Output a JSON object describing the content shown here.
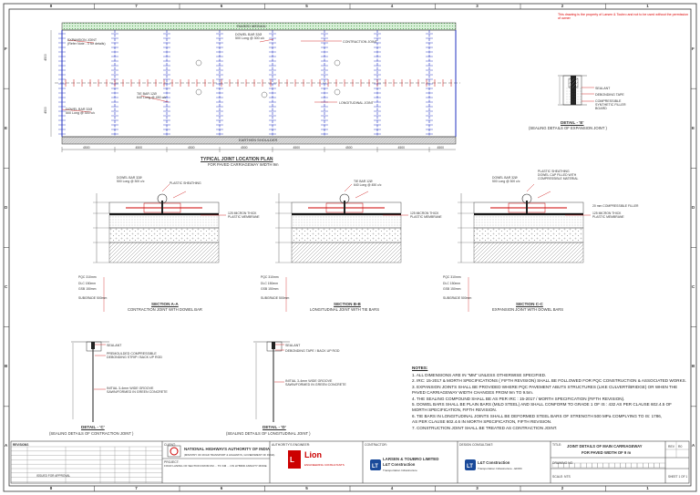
{
  "drawing": {
    "grid_cols": [
      "8",
      "7",
      "6",
      "5",
      "4",
      "3",
      "2",
      "1"
    ],
    "grid_rows": [
      "F",
      "E",
      "D",
      "C",
      "B",
      "A"
    ],
    "red_warning": "This drawing is the property of Larsen & Toubro and not to be used without the permission of owner",
    "plan": {
      "top_label": "RAISED MEDIAN",
      "bottom_label": "EARTHEN SHOULDER",
      "title": "TYPICAL JOINT LOCATION PLAN",
      "subtitle": "FOR PAVED CARRIAGEWAY WIDTH 9m",
      "callouts": {
        "expansion_joint": "EXPANSION JOINT",
        "expansion_joint_sub": "(Refer Note - 3 for details)",
        "dowel_bar": "DOWEL BAR 32Ø",
        "dowel_bar_sub": "500 Long @ 300 c/c",
        "contraction_joint": "CONTRACTION JOINT",
        "tie_bar": "TIE BAR 12Ø",
        "tie_bar_sub": "640 Long @ 450 c/c",
        "longitudinal_joint": "LONGITUDINAL JOINT",
        "dowel_bar_2": "DOWEL BAR 32Ø",
        "dowel_bar_2_sub": "500 Long @ 300 c/c"
      },
      "dims": [
        "4500",
        "4500",
        "4500",
        "4500",
        "4500",
        "4500",
        "4500",
        "4500"
      ],
      "width_dims": [
        "4500",
        "4500"
      ]
    },
    "detail_e": {
      "labels": [
        "SEALANT",
        "DEBONDING TAPE",
        "COMPRESSIBLE SYNTHETIC FILLER BOARD"
      ],
      "title": "DETAIL - 'E'",
      "subtitle": "(SEALING DETAILS OF EXPANSION JOINT )"
    },
    "sections": [
      {
        "callouts": [
          "DOWEL BAR 32Ø",
          "500 Long @ 300 c/c",
          "PLASTIC SHEATHING",
          "125 MICRON THICK",
          "PLASTIC MEMBRANE"
        ],
        "layers": [
          "PQC 310mm",
          "DLC 150mm",
          "GSB 150mm",
          "SUBGRADE 500mm"
        ],
        "title": "SECTION A-A",
        "subtitle": "CONTRACTION JOINT WITH DOWEL BAR"
      },
      {
        "callouts": [
          "TIE BAR 12Ø",
          "640 Long @ 450 c/c",
          "125 MICRON THICK",
          "PLASTIC MEMBRANE"
        ],
        "layers": [
          "PQC 310mm",
          "DLC 150mm",
          "GSB 150mm",
          "SUBGRADE 500mm"
        ],
        "title": "SECTION B-B",
        "subtitle": "LONGITUDINAL JOINT WITH TIE BARS"
      },
      {
        "callouts": [
          "DOWEL BAR 32Ø",
          "500 Long @ 300 c/c",
          "PLASTIC SHEATHING",
          "DOWEL CAP FILLED WITH",
          "COMPRESSIBLE MATERIAL",
          "20 mm COMPRESSIBLE FILLER",
          "125 MICRON THICK",
          "PLASTIC MEMBRANE"
        ],
        "layers": [
          "PQC 310mm",
          "DLC 150mm",
          "GSB 150mm",
          "SUBGRADE 500mm"
        ],
        "title": "SECTION C-C",
        "subtitle": "EXPANSION JOINT WITH DOWEL BARS"
      }
    ],
    "detail_c": {
      "labels": [
        "SEALANT",
        "PREMOULDED COMPRESSIBLE",
        "DEBONDING STRIP / BACK UP ROD",
        "INITIAL 3-4mm WIDE GROOVE",
        "SAWN/FORMED IN GREEN CONCRETE"
      ],
      "title": "DETAIL - 'C'",
      "subtitle": "(SEALING DETAILS OF CONTRACTION JOINT )"
    },
    "detail_d": {
      "labels": [
        "SEALANT",
        "DEBONDING TAPE / BACK UP ROD",
        "INITIAL 3-4mm WIDE GROOVE",
        "SAWN/FORMED IN GREEN CONCRETE"
      ],
      "title": "DETAIL - 'D'",
      "subtitle": "(SEALING DETAILS OF LONGITUDINAL JOINT )"
    },
    "notes_heading": "NOTES:",
    "notes": [
      "1. ALL DIMENSIONS ARE IN \"MM\" UNLESS OTHERWISE SPECIFIED.",
      "2. IRC: 15-2017 & MORTH SPECIFICATIONS ( FIFTH REVISION) SHALL BE FOLLOWED FOR PQC CONSTRUCTION & ASSOCIATED WORKS.",
      "3. EXPANSION JOINTS SHALL BE PROVIDED WHERE PQC PAVEMENT ABUTS STRUCTURES (LIKE CULVERT/BRIDGE) OR WHEN THE",
      "    PAVED CARRIAGEWAY WIDTH CHANGES FROM 9m TO 9.5m.",
      "4. THE SEALING COMPOUND SHALL BE AS PER IRC : 15-2017 / MORTH SPECIFICATION (FIFTH REVISION).",
      "5. DOWEL BARS SHALL BE PLAIN BARS (MILD STEEL) AND SHALL CONFORM TO GRADE 1 OF IS : 432 AS PER CLAUSE 602.4.5 OF",
      "    MORTH SPECIFICATION, FIFTH REVISION.",
      "6. TIE BARS IN LONGITUDINAL JOINTS SHALL BE DEFORMED STEEL BARS OF STRENGTH 500 MPa COMPLYING TO IS: 1786,",
      "    AS PER CLAUSE 602.4.6 IN MORTH SPECIFICATION, FIFTH REVISION.",
      "7. CONSTRUCTION JOINT SHALL BE TREATED AS CONTRACTION JOINT."
    ],
    "title_block": {
      "client_label": "CLIENT:",
      "client_line1": "NATIONAL HIGHWAYS AUTHORITY OF INDIA",
      "client_line2": "(MINISTRY OF ROAD TRANSPORT & HIGHWAYS, GOVERNMENT OF INDIA)",
      "project_label": "PROJECT:",
      "project_text": "FOUR LANING OF SECTION FROM KM ... TO KM ... ON HYBRID ANNUITY MODE",
      "authority_label": "AUTHORITY'S ENGINEER:",
      "consultant_label": "DESIGN CONSULTANT:",
      "lion_logo": "Lion",
      "lion_sub": "ENGINEERING CONSULTANTS",
      "contractor_label": "CONTRACTOR:",
      "lt_line1": "LARSEN & TOUBRO LIMITED",
      "lt_line2": "L&T Construction",
      "lt_line3": "Transportation Infrastructure",
      "lt2_line1": "L&T Construction",
      "lt2_line2": "Transportation Infrastructure - EDRC",
      "title_label": "TITLE:",
      "title_line1": "JOINT DETAILS OF MAIN CARRIAGEWAY",
      "title_line2": "FOR PAVED WIDTH OF 9 m",
      "rev_label": "REV",
      "rev_value": "R0",
      "sheet_label": "SHEET 1 OF 1",
      "drawing_no_label": "DRAWING NO.",
      "scale_label": "SCALE: NTS",
      "revision_header": "REVISIONS",
      "issued_text": "ISSUED FOR APPROVAL"
    }
  }
}
